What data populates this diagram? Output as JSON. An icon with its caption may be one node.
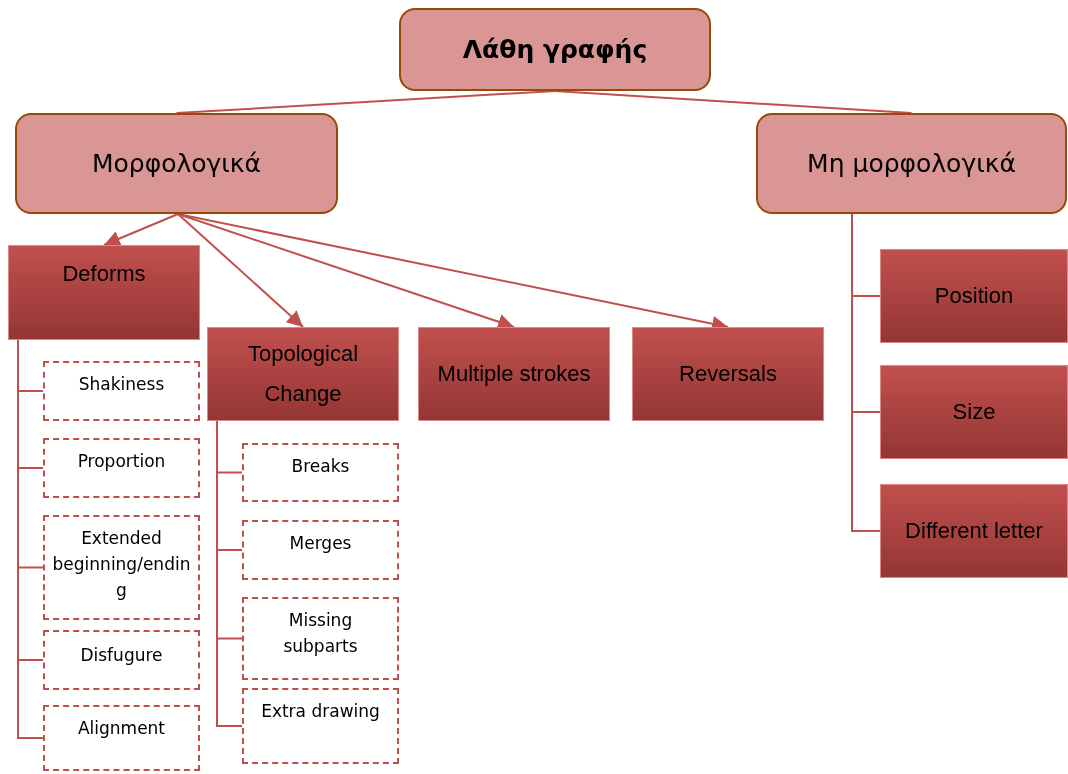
{
  "diagram": {
    "nodes": [
      {
        "text": [
          "Λάθη γραφής"
        ]
      },
      {
        "text": [
          "Μορφολογικά"
        ]
      },
      {
        "text": [
          "Μη μορφολογικά"
        ]
      },
      {
        "text": [
          "Deforms"
        ]
      },
      {
        "text": [
          "Topological Change"
        ]
      },
      {
        "text": [
          "Multiple strokes"
        ]
      },
      {
        "text": [
          "Reversals"
        ]
      },
      {
        "text": [
          "Shakiness"
        ]
      },
      {
        "text": [
          "Proportion"
        ]
      },
      {
        "text": [
          "Extended beginning/ending"
        ]
      },
      {
        "text": [
          "Disfugure"
        ]
      },
      {
        "text": [
          "Alignment"
        ]
      },
      {
        "text": [
          "Breaks"
        ]
      },
      {
        "text": [
          "Merges"
        ]
      },
      {
        "text": [
          "Missing subparts"
        ]
      },
      {
        "text": [
          "Extra drawing"
        ]
      },
      {
        "text": [
          "Position"
        ]
      },
      {
        "text": [
          "Size"
        ]
      },
      {
        "text": [
          "Different letter"
        ]
      }
    ],
    "edges": [
      {
        "from": 0,
        "to": 1,
        "arrow": "none"
      },
      {
        "from": 0,
        "to": 2,
        "arrow": "none"
      },
      {
        "from": 1,
        "to": 3,
        "arrow": "to"
      },
      {
        "from": 1,
        "to": 4,
        "arrow": "to"
      },
      {
        "from": 1,
        "to": 5,
        "arrow": "to"
      },
      {
        "from": 1,
        "to": 6,
        "arrow": "to"
      },
      {
        "from": 3,
        "to": 7,
        "arrow": "none"
      },
      {
        "from": 3,
        "to": 8,
        "arrow": "none"
      },
      {
        "from": 3,
        "to": 9,
        "arrow": "none"
      },
      {
        "from": 3,
        "to": 10,
        "arrow": "none"
      },
      {
        "from": 3,
        "to": 11,
        "arrow": "none"
      },
      {
        "from": 4,
        "to": 12,
        "arrow": "none"
      },
      {
        "from": 4,
        "to": 13,
        "arrow": "none"
      },
      {
        "from": 4,
        "to": 14,
        "arrow": "none"
      },
      {
        "from": 4,
        "to": 15,
        "arrow": "none"
      },
      {
        "from": 2,
        "to": 16,
        "arrow": "none"
      },
      {
        "from": 2,
        "to": 17,
        "arrow": "none"
      },
      {
        "from": 2,
        "to": 18,
        "arrow": "none"
      }
    ]
  }
}
